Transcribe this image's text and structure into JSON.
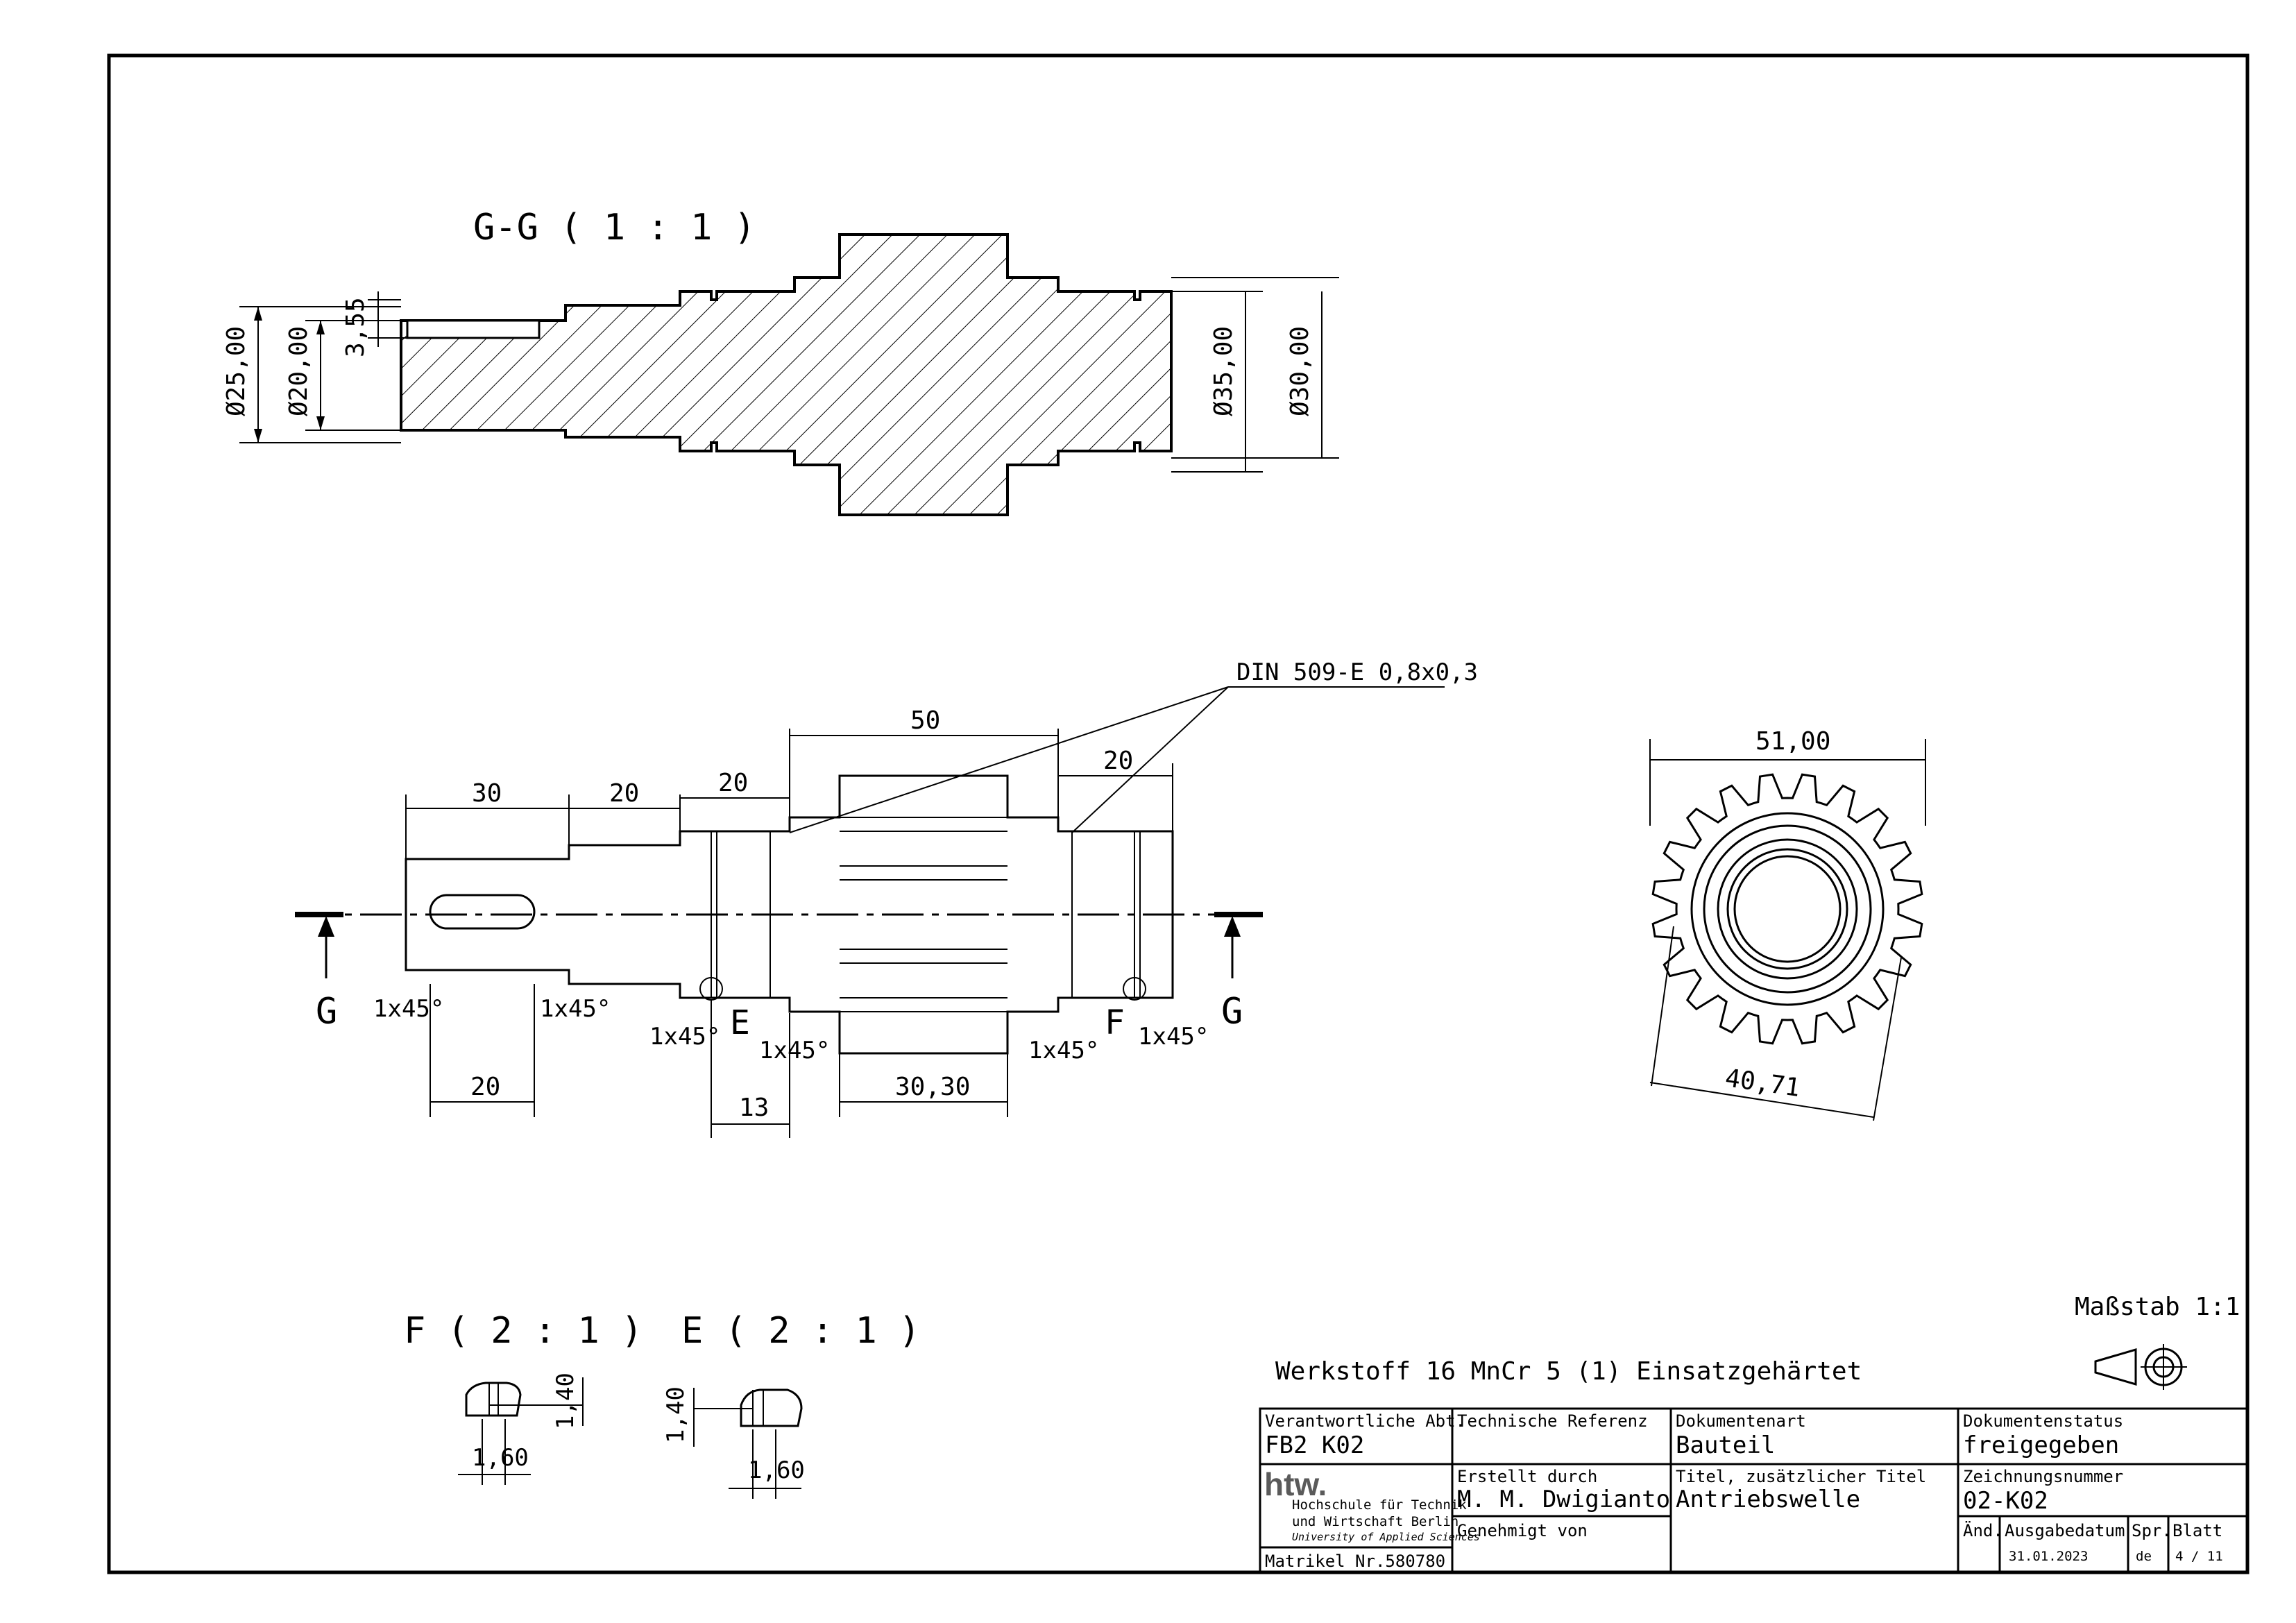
{
  "views": {
    "section_title": "G-G ( 1 : 1 )",
    "detail_f_title": "F ( 2 : 1 )",
    "detail_e_title": "E ( 2 : 1 )",
    "note_undercut": "DIN 509-E 0,8x0,3"
  },
  "dimensions": {
    "d25": "Ø25,00",
    "d20": "Ø20,00",
    "d355": "3,55",
    "d35": "Ø35,00",
    "d30": "Ø30,00",
    "len30": "30",
    "len20a": "20",
    "len20b": "20",
    "len50": "50",
    "len20c": "20",
    "chamfer1": "1x45°",
    "chamfer2": "1x45°",
    "chamfer3": "1x45°",
    "chamfer4": "1x45°",
    "chamfer5": "1x45°",
    "chamfer6": "1x45°",
    "key20": "20",
    "len13": "13",
    "len3030": "30,30",
    "gear51": "51,00",
    "gear4071": "40,71",
    "f140": "1,40",
    "f160": "1,60",
    "e140": "1,40",
    "e160": "1,60"
  },
  "labels": {
    "cut_left": "G",
    "cut_right": "G",
    "detail_e": "E",
    "detail_f": "F"
  },
  "material": "Werkstoff 16 MnCr 5 (1) Einsatzgehärtet",
  "scale": "Maßstab 1:1",
  "title_block": {
    "dept_label": "Verantwortliche Abt.",
    "dept_value": "FB2 K02",
    "tech_ref_label": "Technische Referenz",
    "doc_type_label": "Dokumentenart",
    "doc_type_value": "Bauteil",
    "doc_status_label": "Dokumentenstatus",
    "doc_status_value": "freigegeben",
    "logo_text": "htw.",
    "school_line1": "Hochschule für Technik",
    "school_line2": "und Wirtschaft Berlin",
    "school_line3": "University of Applied Sciences",
    "matrikel": "Matrikel Nr.580780",
    "created_label": "Erstellt durch",
    "created_value": "M. M. Dwigianto",
    "approved_label": "Genehmigt von",
    "title_label": "Titel, zusätzlicher Titel",
    "title_value": "Antriebswelle",
    "drawing_no_label": "Zeichnungsnummer",
    "drawing_no_value": "02-K02",
    "rev_label": "Änd.",
    "issue_date_label": "Ausgabedatum",
    "issue_date_value": "31.01.2023",
    "lang_label": "Spr.",
    "lang_value": "de",
    "sheet_label": "Blatt",
    "sheet_value": "4 / 11"
  }
}
